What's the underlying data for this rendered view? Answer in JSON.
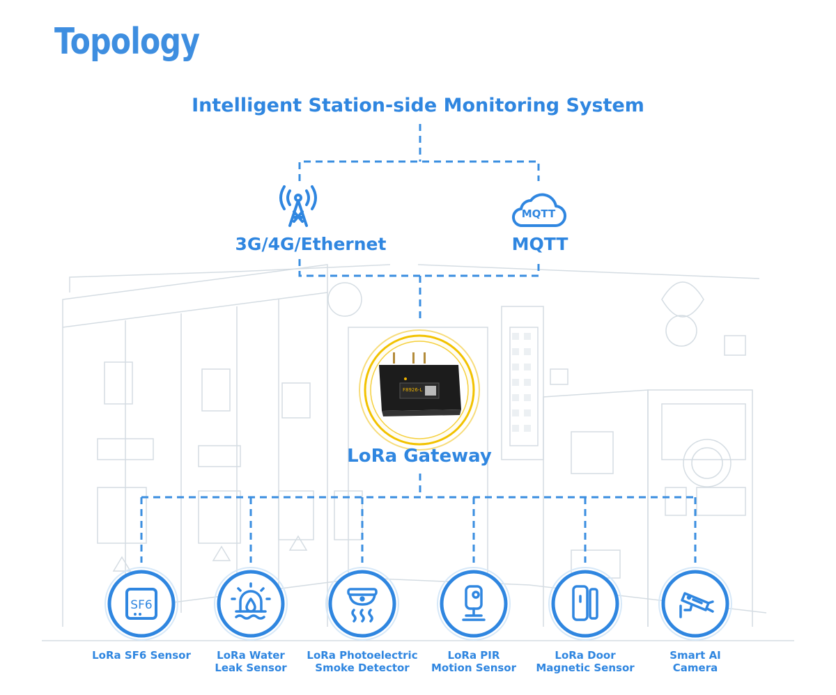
{
  "heading": "Topology",
  "system_title": "Intelligent Station-side Monitoring System",
  "networks": [
    {
      "label": "3G/4G/Ethernet",
      "icon": "cell-tower-icon"
    },
    {
      "label": "MQTT",
      "icon": "mqtt-cloud-icon",
      "badge": "MQTT"
    }
  ],
  "gateway": {
    "label": "LoRa Gateway",
    "device_text": "F8926-L"
  },
  "devices": [
    {
      "label": "LoRa SF6 Sensor",
      "icon": "sf6-sensor-icon",
      "badge": "SF6"
    },
    {
      "label": "LoRa Water\nLeak Sensor",
      "icon": "water-leak-icon"
    },
    {
      "label": "LoRa Photoelectric\nSmoke Detector",
      "icon": "smoke-detector-icon"
    },
    {
      "label": "LoRa PIR\nMotion Sensor",
      "icon": "pir-sensor-icon"
    },
    {
      "label": "LoRa Door\nMagnetic Sensor",
      "icon": "door-sensor-icon"
    },
    {
      "label": "Smart AI\nCamera",
      "icon": "camera-icon"
    }
  ],
  "colors": {
    "accent": "#2f86e0",
    "line": "#3a8ee0",
    "gateway_ring": "#f2c200",
    "background_art": "#c9d3dc"
  }
}
